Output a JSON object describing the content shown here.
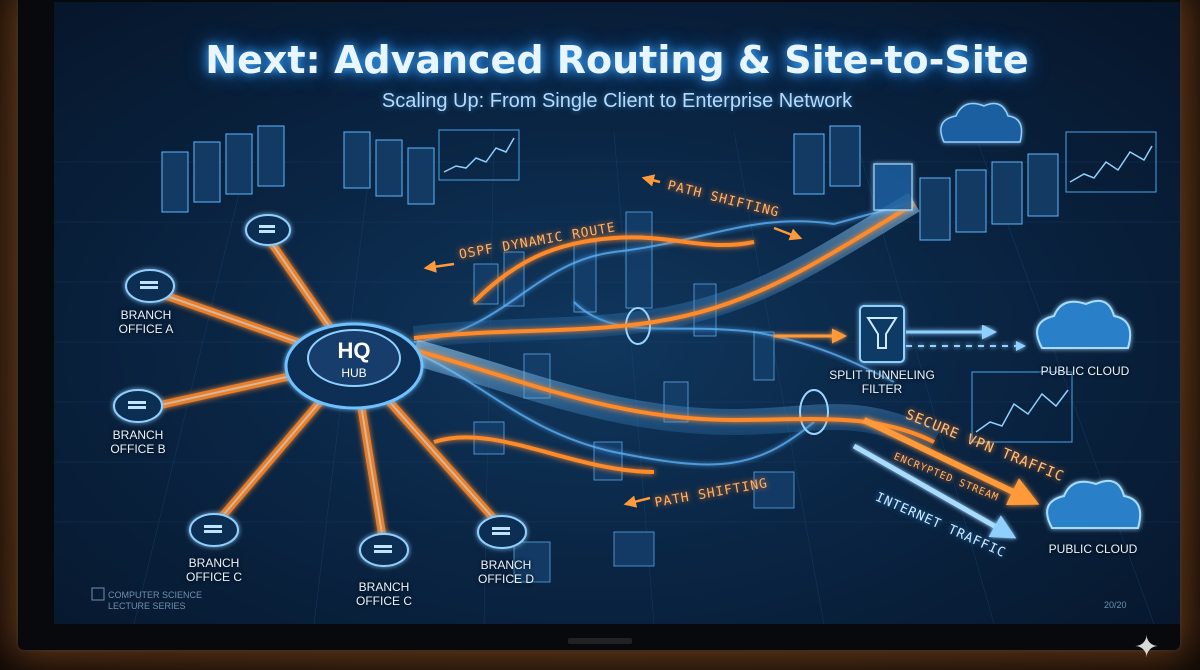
{
  "slide": {
    "title": "Next: Advanced Routing & Site-to-Site",
    "subtitle": "Scaling Up: From Single Client to Enterprise Network"
  },
  "hub": {
    "line1": "HQ",
    "line2": "HUB"
  },
  "branches": [
    {
      "label": "BRANCH\nOFFICE A"
    },
    {
      "label": "BRANCH\nOFFICE B"
    },
    {
      "label": "BRANCH\nOFFICE C"
    },
    {
      "label": "BRANCH\nOFFICE C"
    },
    {
      "label": "BRANCH\nOFFICE D"
    }
  ],
  "flow_labels": {
    "ospf": "OSPF DYNAMIC ROUTE",
    "path_top": "PATH SHIFTING",
    "path_bottom": "PATH SHIFTING",
    "secure": "SECURE VPN TRAFFIC",
    "encrypted": "ENCRYPTED STREAM",
    "internet": "INTERNET TRAFFIC"
  },
  "filter": {
    "label": "SPLIT TUNNELING\nFILTER",
    "icon": "funnel-icon"
  },
  "clouds": [
    {
      "label": "PUBLIC CLOUD"
    },
    {
      "label": "PUBLIC CLOUD"
    }
  ],
  "footer": {
    "series": "COMPUTER SCIENCE\nLECTURE SERIES",
    "code": "20/20"
  },
  "colors": {
    "accent_orange": "#ff8a2a",
    "accent_blue": "#4db3ff",
    "screen_bg": "#0a2544"
  }
}
